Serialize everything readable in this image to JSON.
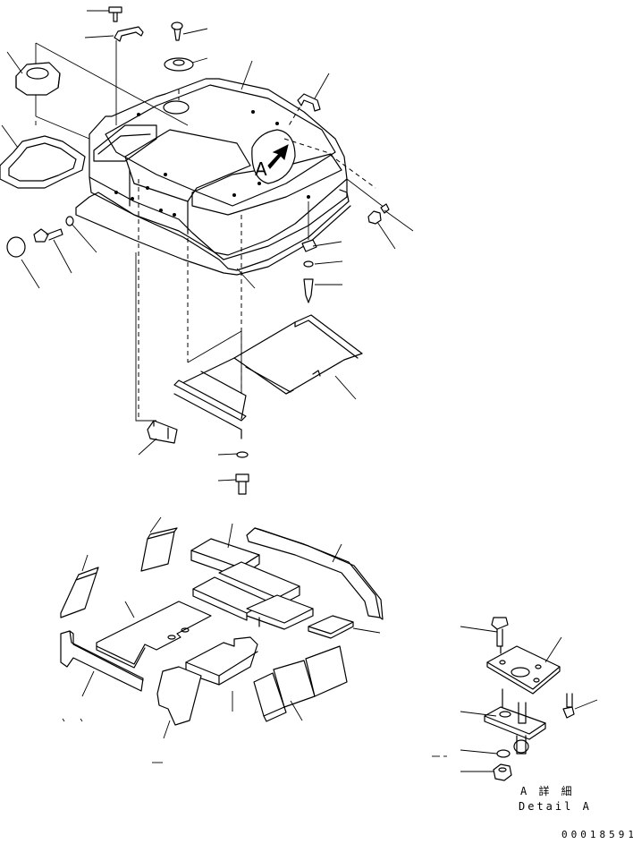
{
  "callout_label": "A",
  "detail": {
    "label_jp": "A 詳 細",
    "label_en": "Detail A"
  },
  "document_number": "00018591"
}
